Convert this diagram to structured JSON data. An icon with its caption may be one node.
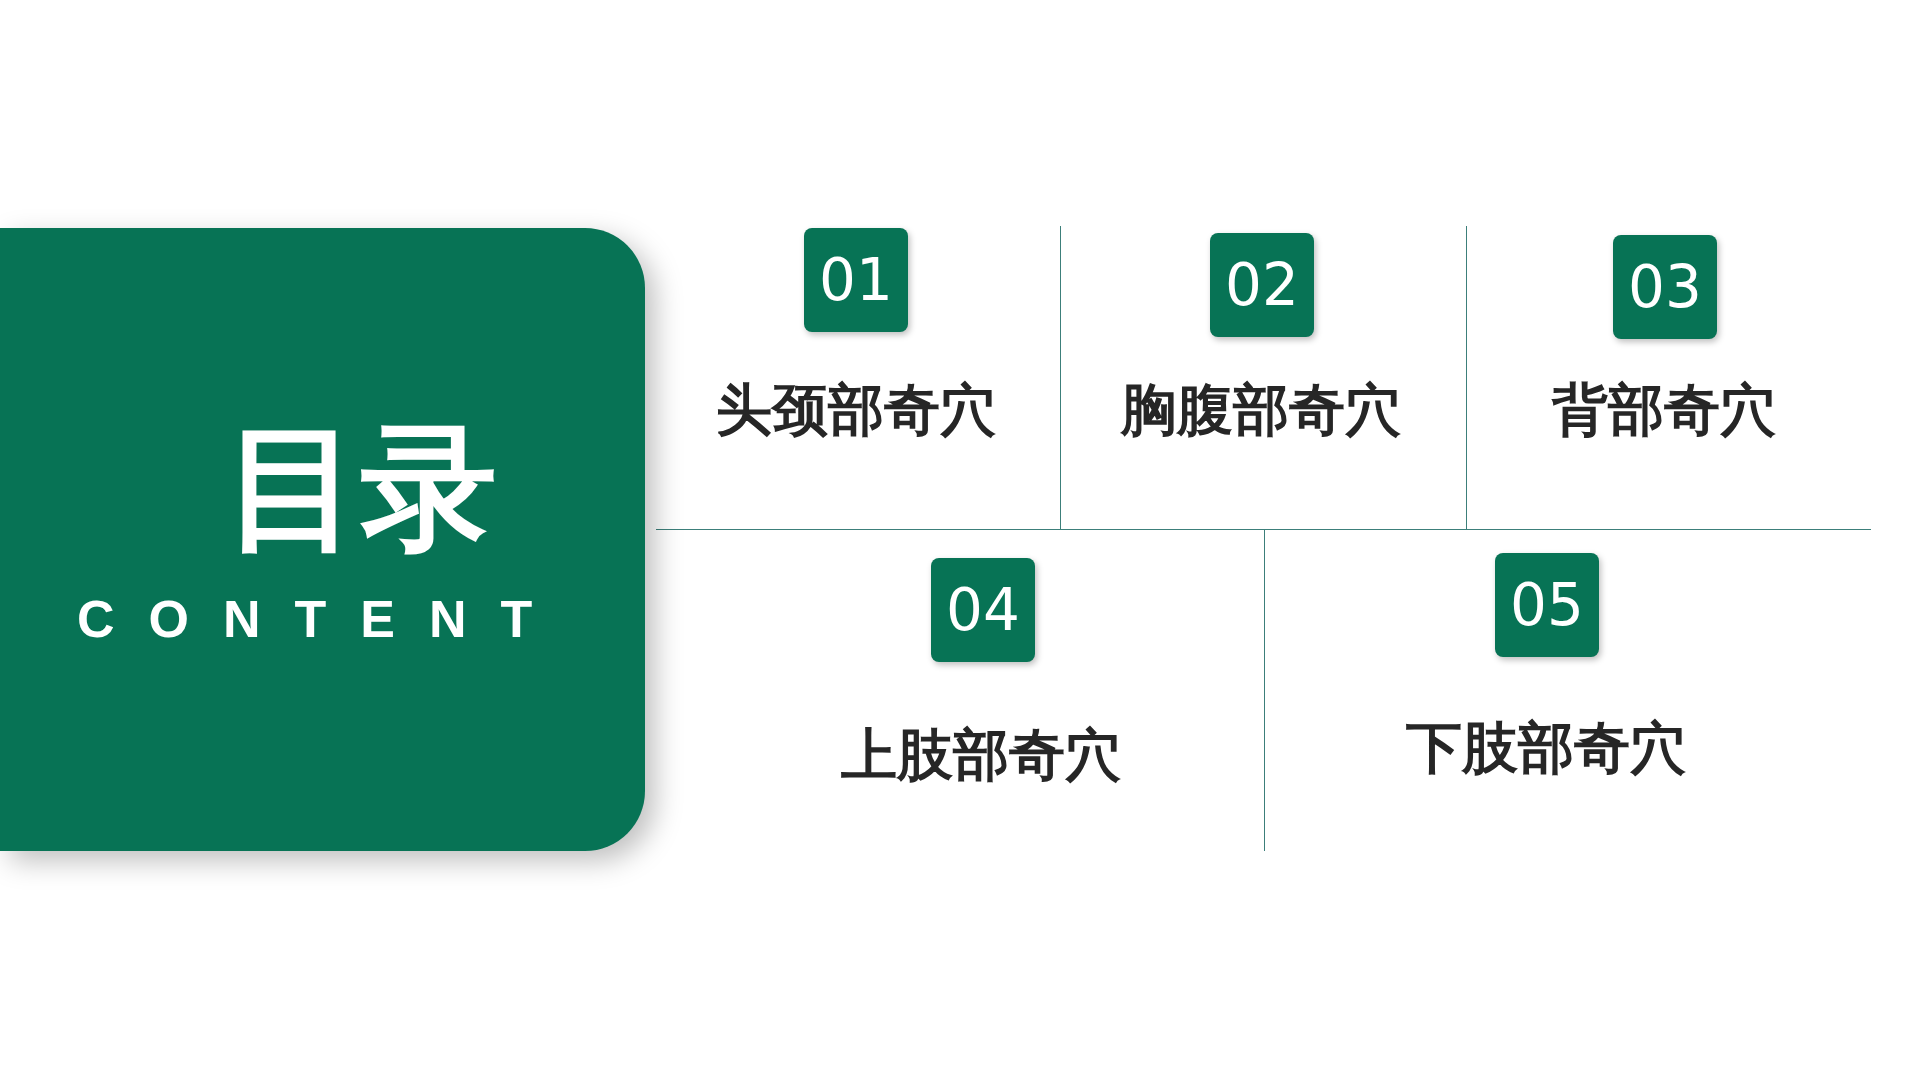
{
  "diagram": {
    "nodes": [
      {
        "text": [
          "目录",
          "CONTENT"
        ]
      },
      {
        "text": [
          "01"
        ],
        "beside": [
          "头颈部奇穴"
        ]
      },
      {
        "text": [
          "02"
        ],
        "beside": [
          "胸腹部奇穴"
        ]
      },
      {
        "text": [
          "03"
        ],
        "beside": [
          "背部奇穴"
        ]
      },
      {
        "text": [
          "04"
        ],
        "beside": [
          "上肢部奇穴"
        ]
      },
      {
        "text": [
          "05"
        ],
        "beside": [
          "下肢部奇穴"
        ]
      }
    ],
    "edges": []
  }
}
